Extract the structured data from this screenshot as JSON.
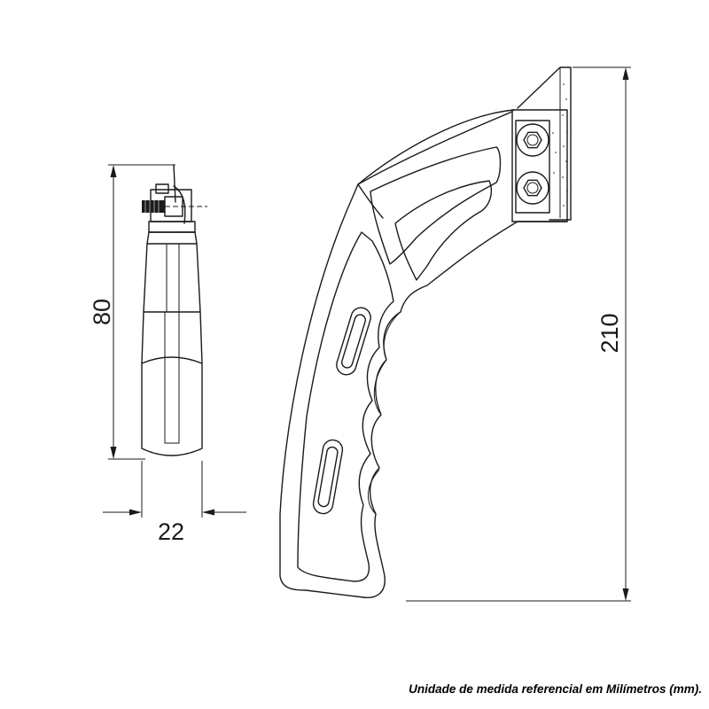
{
  "dimensions": {
    "side_height": "80",
    "side_width": "22",
    "total_height": "210"
  },
  "footnote": "Unidade de medida referencial em Milímetros (mm)."
}
